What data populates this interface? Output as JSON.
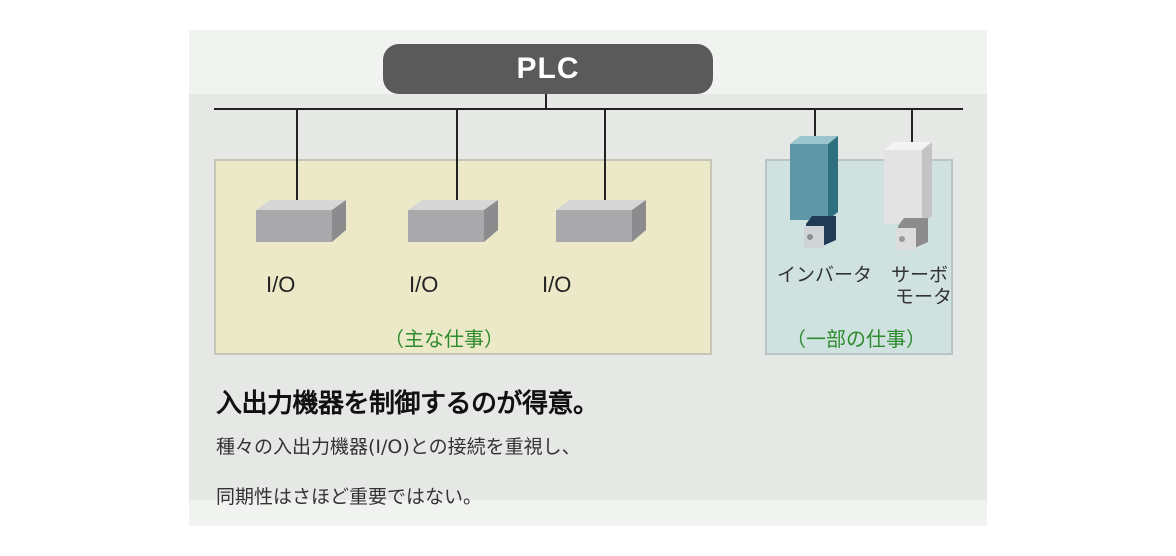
{
  "diagram": {
    "plc_label": "PLC",
    "io_labels": [
      "I/O",
      "I/O",
      "I/O"
    ],
    "main_role": "（主な仕事）",
    "inverter_label": "インバータ",
    "servo_label_line1": "サーボ",
    "servo_label_line2": "モータ",
    "sub_role": "（一部の仕事）"
  },
  "text": {
    "headline": "入出力機器を制御するのが得意。",
    "body_line1": "種々の入出力機器(I/O)との接続を重視し、",
    "body_line2": "同期性はさほど重要ではない。"
  }
}
